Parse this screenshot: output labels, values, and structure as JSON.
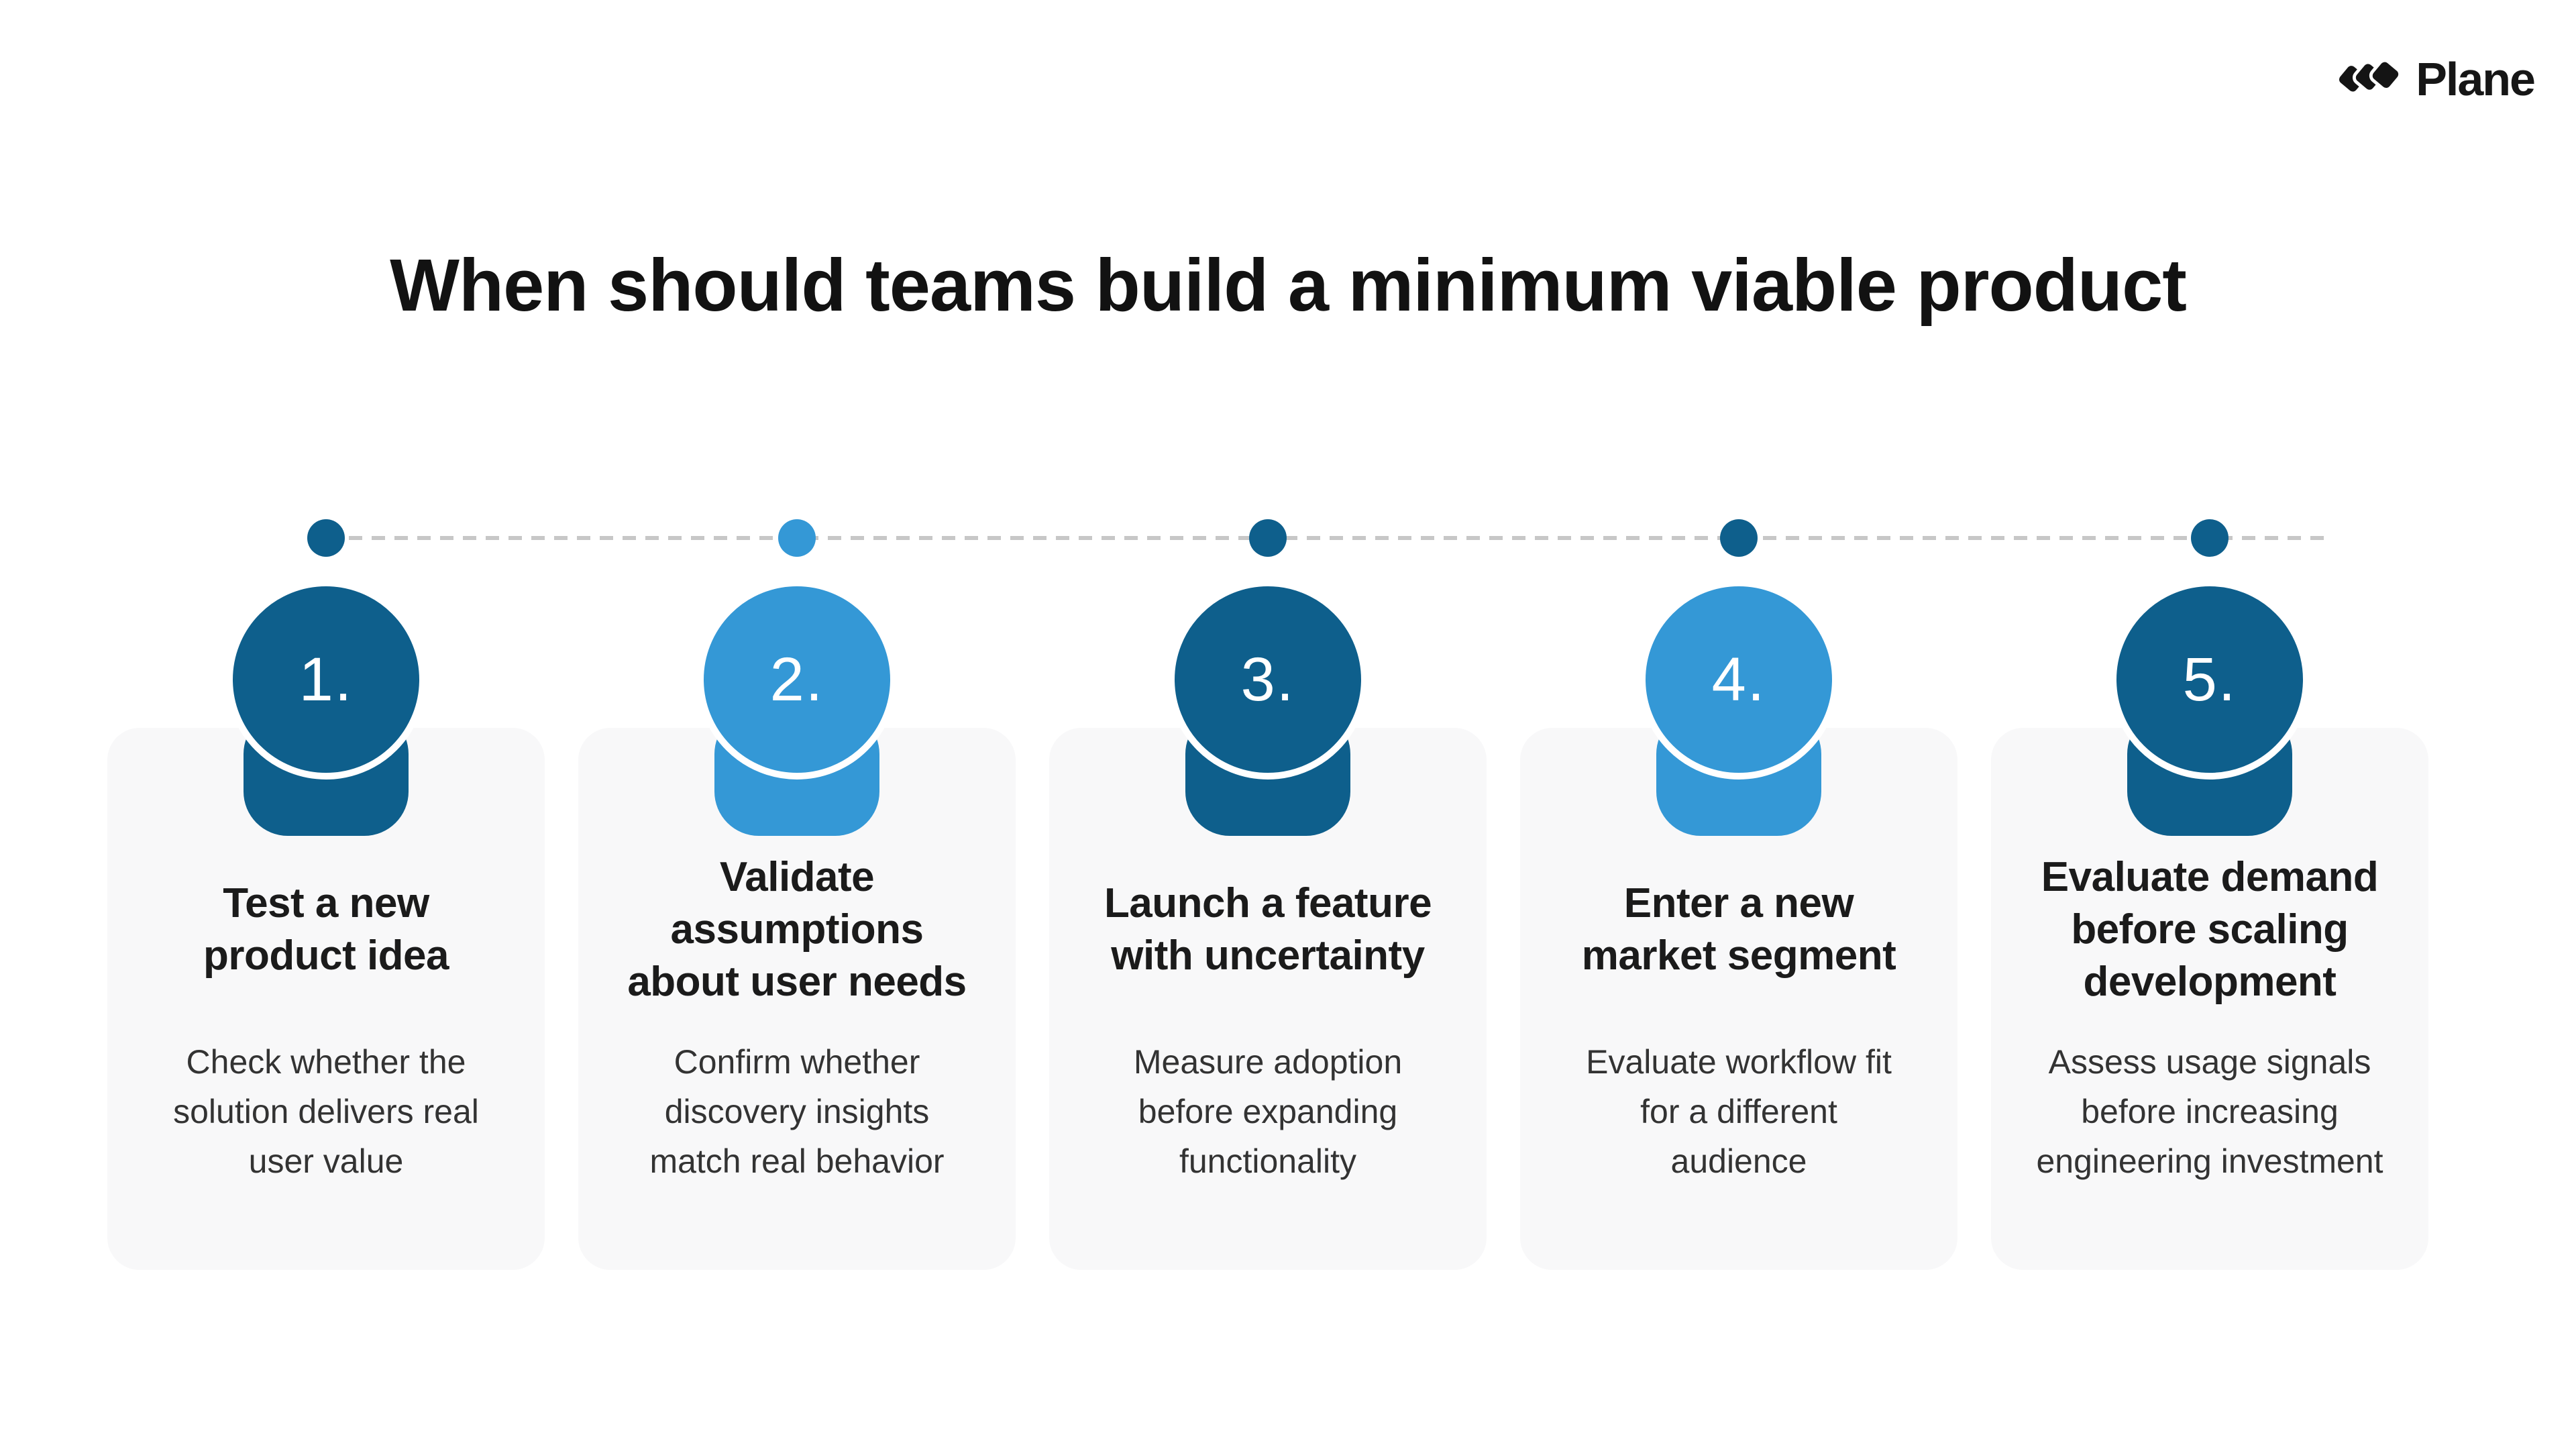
{
  "brand": {
    "name": "Plane",
    "logo_icon": "plane-logomark"
  },
  "title": "When should teams build a minimum viable product",
  "colors": {
    "dark_blue": "#0e5f8c",
    "light_blue": "#3498d6",
    "card_background": "#f8f8f9",
    "dashed_line": "#c7c7c7",
    "heading_text": "#1b1b1b",
    "body_text": "#333333",
    "title_text": "#121212",
    "number_text": "#ffffff"
  },
  "timeline": {
    "dot_colors": [
      "dark",
      "light",
      "dark",
      "dark",
      "dark"
    ]
  },
  "steps": [
    {
      "number": "1.",
      "tone": "dark",
      "heading": "Test a new\nproduct idea",
      "body": "Check whether the\nsolution delivers real\nuser value"
    },
    {
      "number": "2.",
      "tone": "light",
      "heading": "Validate\nassumptions\nabout user needs",
      "body": "Confirm whether\ndiscovery insights\nmatch real behavior"
    },
    {
      "number": "3.",
      "tone": "dark",
      "heading": "Launch a feature\nwith uncertainty",
      "body": "Measure adoption\nbefore expanding\nfunctionality"
    },
    {
      "number": "4.",
      "tone": "light",
      "heading": "Enter a new\nmarket segment",
      "body": "Evaluate workflow fit\nfor a different\naudience"
    },
    {
      "number": "5.",
      "tone": "dark",
      "heading": "Evaluate demand\nbefore scaling\ndevelopment",
      "body": "Assess usage signals\nbefore increasing\nengineering investment"
    }
  ]
}
